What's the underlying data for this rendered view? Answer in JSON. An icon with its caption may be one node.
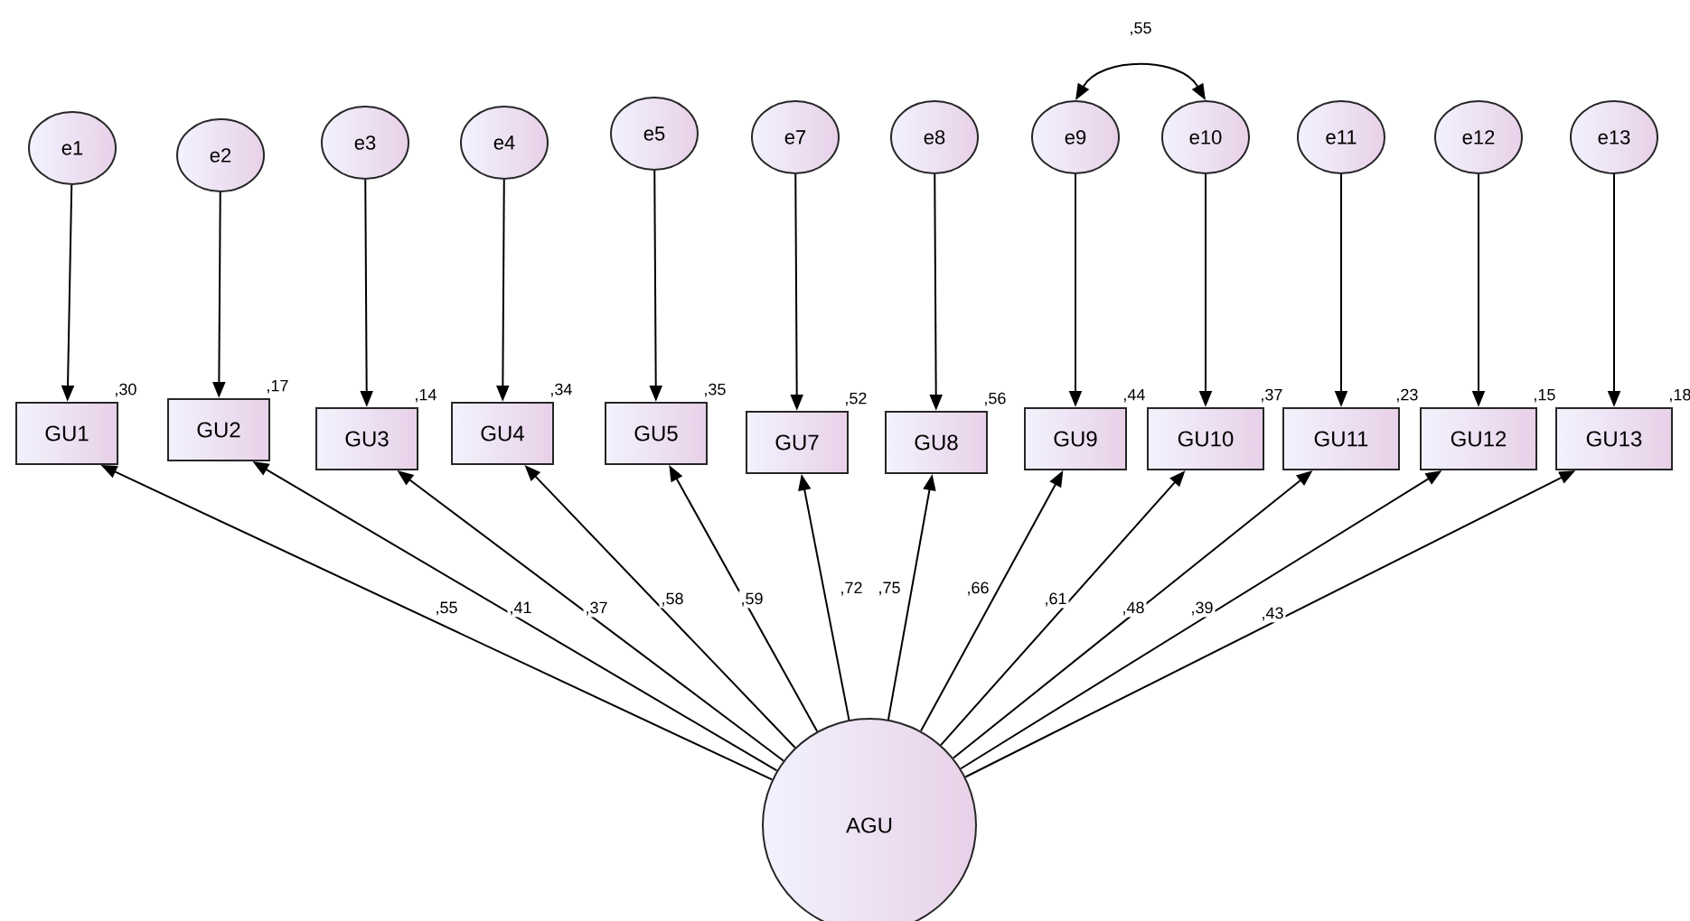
{
  "diagram": {
    "nodes": [
      {
        "text": [
          "e1"
        ]
      },
      {
        "text": [
          "e2"
        ]
      },
      {
        "text": [
          "e3"
        ]
      },
      {
        "text": [
          "e4"
        ]
      },
      {
        "text": [
          "e5"
        ]
      },
      {
        "text": [
          "e7"
        ]
      },
      {
        "text": [
          "e8"
        ]
      },
      {
        "text": [
          "e9"
        ]
      },
      {
        "text": [
          "e10"
        ]
      },
      {
        "text": [
          "e11"
        ]
      },
      {
        "text": [
          "e12"
        ]
      },
      {
        "text": [
          "e13"
        ]
      },
      {
        "text": [
          "GU1"
        ],
        "beside": [
          ",30"
        ]
      },
      {
        "text": [
          "GU2"
        ],
        "beside": [
          ",17"
        ]
      },
      {
        "text": [
          "GU3"
        ],
        "beside": [
          ",14"
        ]
      },
      {
        "text": [
          "GU4"
        ],
        "beside": [
          ",34"
        ]
      },
      {
        "text": [
          "GU5"
        ],
        "beside": [
          ",35"
        ]
      },
      {
        "text": [
          "GU7"
        ],
        "beside": [
          ",52"
        ]
      },
      {
        "text": [
          "GU8"
        ],
        "beside": [
          ",56"
        ]
      },
      {
        "text": [
          "GU9"
        ],
        "beside": [
          ",44"
        ]
      },
      {
        "text": [
          "GU10"
        ],
        "beside": [
          ",37"
        ]
      },
      {
        "text": [
          "GU11"
        ],
        "beside": [
          ",23"
        ]
      },
      {
        "text": [
          "GU12"
        ],
        "beside": [
          ",15"
        ]
      },
      {
        "text": [
          "GU13"
        ],
        "beside": [
          ",18"
        ]
      },
      {
        "text": [
          "AGU"
        ]
      }
    ],
    "edges": [
      {
        "from": 0,
        "to": 12,
        "arrow": "to"
      },
      {
        "from": 1,
        "to": 13,
        "arrow": "to"
      },
      {
        "from": 2,
        "to": 14,
        "arrow": "to"
      },
      {
        "from": 3,
        "to": 15,
        "arrow": "to"
      },
      {
        "from": 4,
        "to": 16,
        "arrow": "to"
      },
      {
        "from": 5,
        "to": 17,
        "arrow": "to"
      },
      {
        "from": 6,
        "to": 18,
        "arrow": "to"
      },
      {
        "from": 7,
        "to": 19,
        "arrow": "to"
      },
      {
        "from": 8,
        "to": 20,
        "arrow": "to"
      },
      {
        "from": 9,
        "to": 21,
        "arrow": "to"
      },
      {
        "from": 10,
        "to": 22,
        "arrow": "to"
      },
      {
        "from": 11,
        "to": 23,
        "arrow": "to"
      },
      {
        "from": 24,
        "to": 12,
        "arrow": "to",
        "label": ",55"
      },
      {
        "from": 24,
        "to": 13,
        "arrow": "to",
        "label": ",41"
      },
      {
        "from": 24,
        "to": 14,
        "arrow": "to",
        "label": ",37"
      },
      {
        "from": 24,
        "to": 15,
        "arrow": "to",
        "label": ",58"
      },
      {
        "from": 24,
        "to": 16,
        "arrow": "to",
        "label": ",59"
      },
      {
        "from": 24,
        "to": 17,
        "arrow": "to",
        "label": ",72"
      },
      {
        "from": 24,
        "to": 18,
        "arrow": "to",
        "label": ",75"
      },
      {
        "from": 24,
        "to": 19,
        "arrow": "to",
        "label": ",66"
      },
      {
        "from": 24,
        "to": 20,
        "arrow": "to",
        "label": ",61"
      },
      {
        "from": 24,
        "to": 21,
        "arrow": "to",
        "label": ",48"
      },
      {
        "from": 24,
        "to": 22,
        "arrow": "to",
        "label": ",39"
      },
      {
        "from": 24,
        "to": 23,
        "arrow": "to",
        "label": ",43"
      },
      {
        "from": 7,
        "to": 8,
        "arrow": "both",
        "label": ",55"
      }
    ]
  }
}
